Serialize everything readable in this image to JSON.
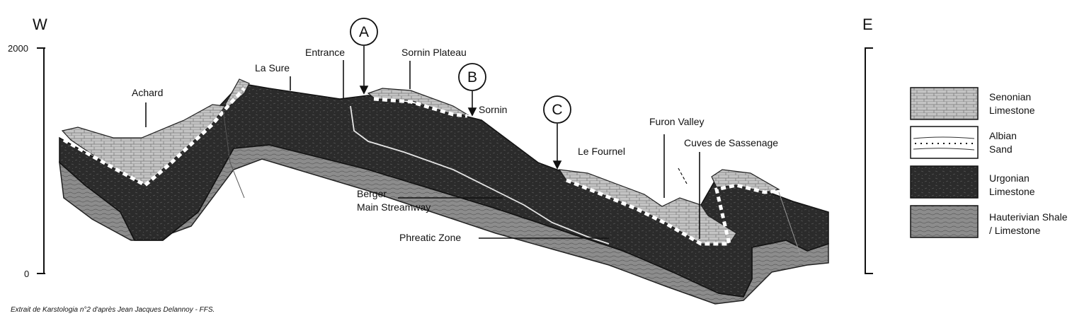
{
  "directions": {
    "west": "W",
    "east": "E"
  },
  "scale": {
    "top": "2000",
    "bottom": "0"
  },
  "markers": {
    "a": "A",
    "b": "B",
    "c": "C"
  },
  "labels": {
    "achard": "Achard",
    "la_sure": "La Sure",
    "entrance": "Entrance",
    "sornin_plateau": "Sornin Plateau",
    "sornin": "Sornin",
    "le_fournel": "Le Fournel",
    "furon_valley": "Furon Valley",
    "cuves": "Cuves de Sassenage",
    "berger_1": "Berger",
    "berger_2": "Main Streamway",
    "phreatic": "Phreatic Zone"
  },
  "legend": [
    {
      "line1": "Senonian",
      "line2": "Limestone"
    },
    {
      "line1": "Albian",
      "line2": "Sand"
    },
    {
      "line1": "Urgonian",
      "line2": "Limestone"
    },
    {
      "line1": "Hauterivian Shale",
      "line2": "/ Limestone"
    }
  ],
  "credit": "Extrait de Karstologia n°2 d'après Jean Jacques Delannoy - FFS.",
  "colors": {
    "senonian": "#b8b8b8",
    "urgonian": "#2e2e2e",
    "hauterivian": "#8a8a8a",
    "albian": "#ffffff"
  }
}
